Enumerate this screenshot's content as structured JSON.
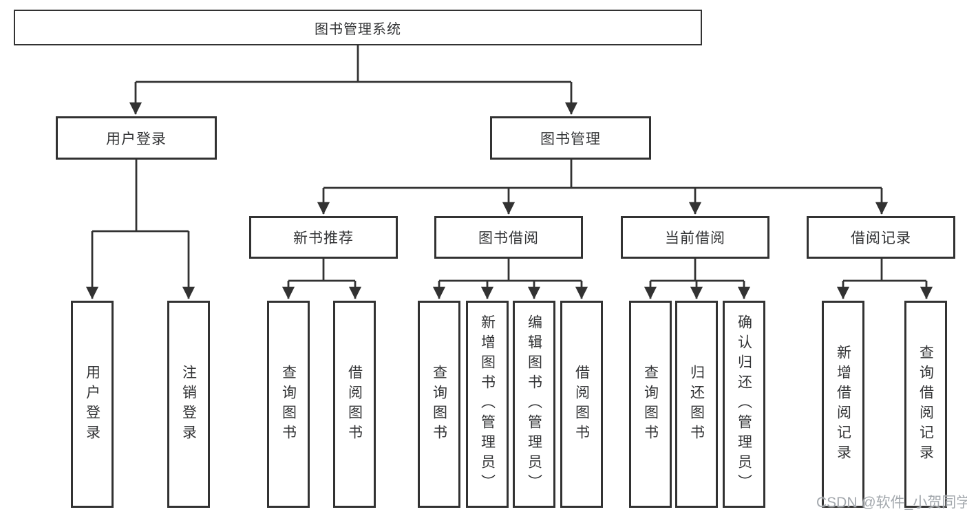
{
  "tree": {
    "root": {
      "label": "图书管理系统"
    },
    "branches": [
      {
        "label": "用户登录",
        "leaves": [
          {
            "label": "用户登录"
          },
          {
            "label": "注销登录"
          }
        ]
      },
      {
        "label": "图书管理",
        "groups": [
          {
            "label": "新书推荐",
            "leaves": [
              {
                "label": "查询图书"
              },
              {
                "label": "借阅图书"
              }
            ]
          },
          {
            "label": "图书借阅",
            "leaves": [
              {
                "label": "查询图书"
              },
              {
                "label": "新增图书（管理员）"
              },
              {
                "label": "编辑图书（管理员）"
              },
              {
                "label": "借阅图书"
              }
            ]
          },
          {
            "label": "当前借阅",
            "leaves": [
              {
                "label": "查询图书"
              },
              {
                "label": "归还图书"
              },
              {
                "label": "确认归还（管理员）"
              }
            ]
          },
          {
            "label": "借阅记录",
            "leaves": [
              {
                "label": "新增借阅记录"
              },
              {
                "label": "查询借阅记录"
              }
            ]
          }
        ]
      }
    ]
  },
  "watermark": {
    "text": "CSDN @软件_小贺同学"
  },
  "colors": {
    "line": "#323232",
    "box_border": "#323232",
    "text": "#333436",
    "watermark": "#9ea3a9",
    "background": "#ffffff"
  }
}
